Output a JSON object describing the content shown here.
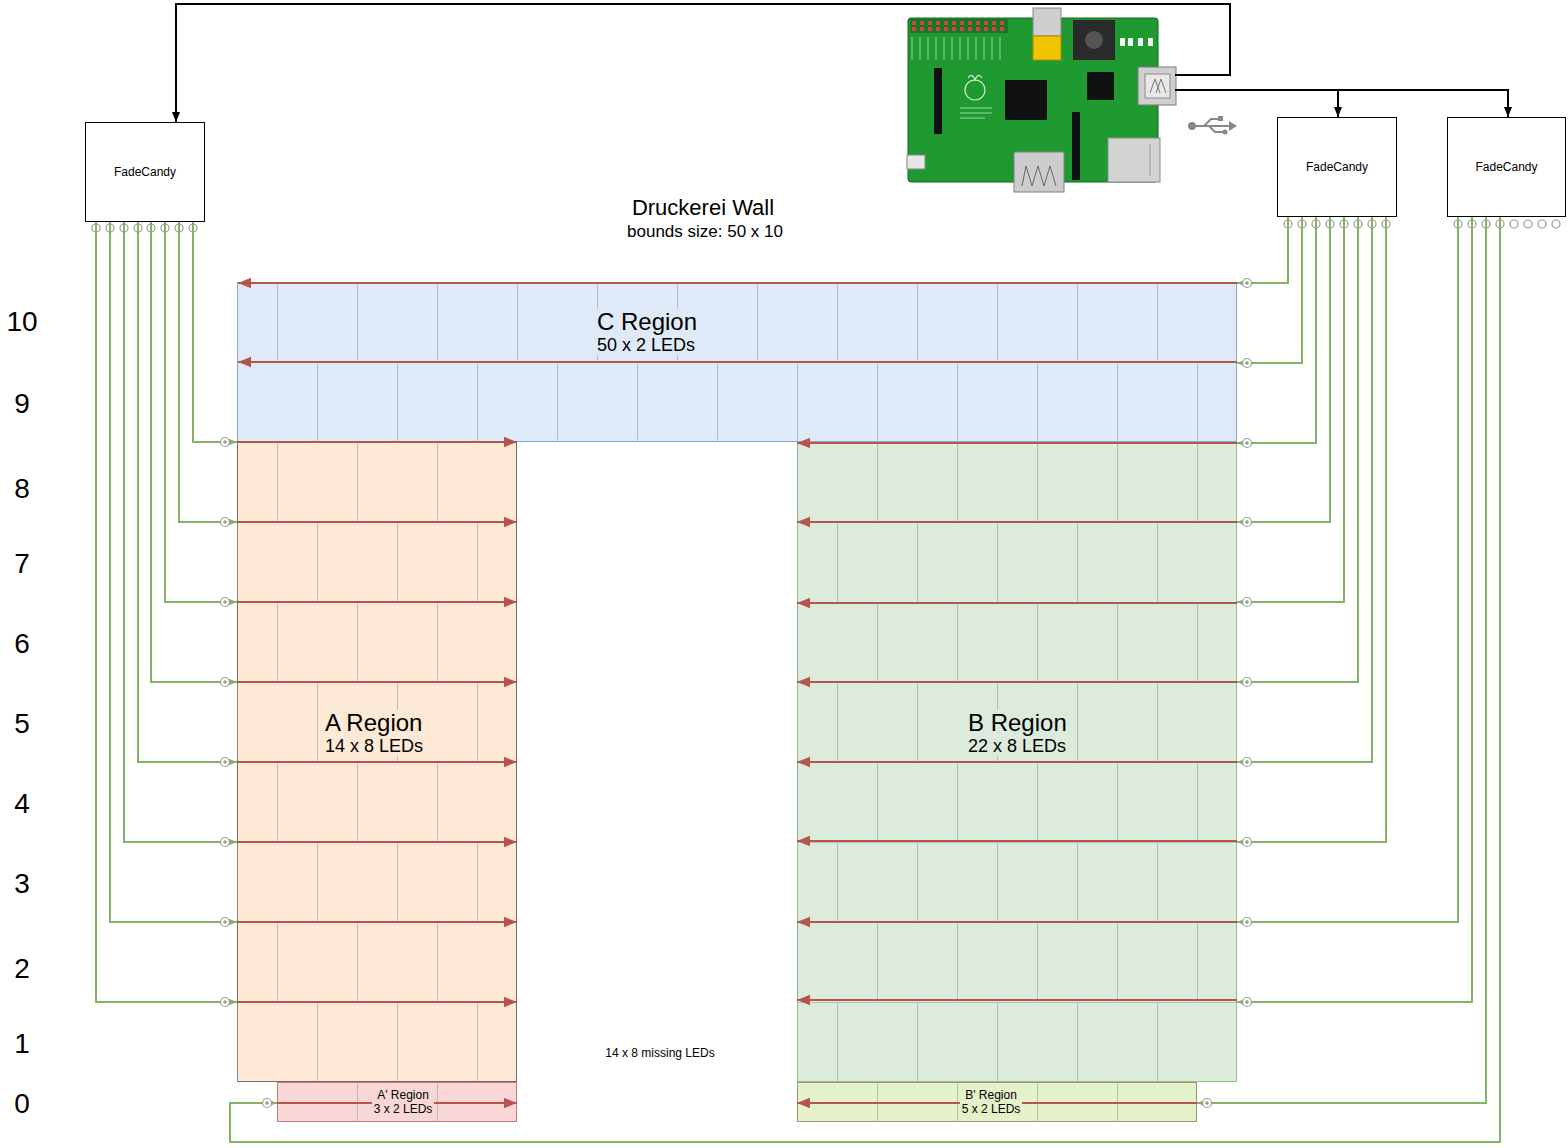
{
  "diagram": {
    "title": "Druckerei Wall",
    "nodes": [
      {
        "text": [
          "FadeCandy"
        ]
      },
      {
        "text": [
          "FadeCandy"
        ]
      },
      {
        "text": [
          "FadeCandy"
        ]
      },
      {
        "text": [
          "C Region",
          "50 x 2 LEDs"
        ]
      },
      {
        "text": [
          "A Region",
          "14 x 8 LEDs"
        ]
      },
      {
        "text": [
          "B Region",
          "22 x 8 LEDs"
        ]
      },
      {
        "text": [
          "A' Region",
          "3 x 2 LEDs"
        ]
      },
      {
        "text": [
          "B' Region",
          "5 x 2 LEDs"
        ]
      }
    ],
    "edges": [
      {
        "from": 0,
        "to": 4,
        "arrow": "to"
      },
      {
        "from": 0,
        "to": 4,
        "arrow": "to"
      },
      {
        "from": 0,
        "to": 4,
        "arrow": "to"
      },
      {
        "from": 0,
        "to": 4,
        "arrow": "to"
      },
      {
        "from": 0,
        "to": 4,
        "arrow": "to"
      },
      {
        "from": 0,
        "to": 4,
        "arrow": "to"
      },
      {
        "from": 0,
        "to": 4,
        "arrow": "to"
      },
      {
        "from": 0,
        "to": 4,
        "arrow": "to"
      },
      {
        "from": 1,
        "to": 3,
        "arrow": "to"
      },
      {
        "from": 1,
        "to": 3,
        "arrow": "to"
      },
      {
        "from": 1,
        "to": 5,
        "arrow": "to"
      },
      {
        "from": 1,
        "to": 5,
        "arrow": "to"
      },
      {
        "from": 1,
        "to": 5,
        "arrow": "to"
      },
      {
        "from": 1,
        "to": 5,
        "arrow": "to"
      },
      {
        "from": 1,
        "to": 5,
        "arrow": "to"
      },
      {
        "from": 1,
        "to": 5,
        "arrow": "to"
      },
      {
        "from": 2,
        "to": 5,
        "arrow": "to"
      },
      {
        "from": 2,
        "to": 5,
        "arrow": "to"
      },
      {
        "from": 2,
        "to": 7,
        "arrow": "to"
      },
      {
        "from": 2,
        "to": 6,
        "arrow": "to"
      }
    ],
    "labels": [
      "bounds size: 50 x 10",
      "10",
      "9",
      "8",
      "7",
      "6",
      "5",
      "4",
      "3",
      "2",
      "1",
      "0",
      "14 x 8 missing LEDs"
    ]
  }
}
